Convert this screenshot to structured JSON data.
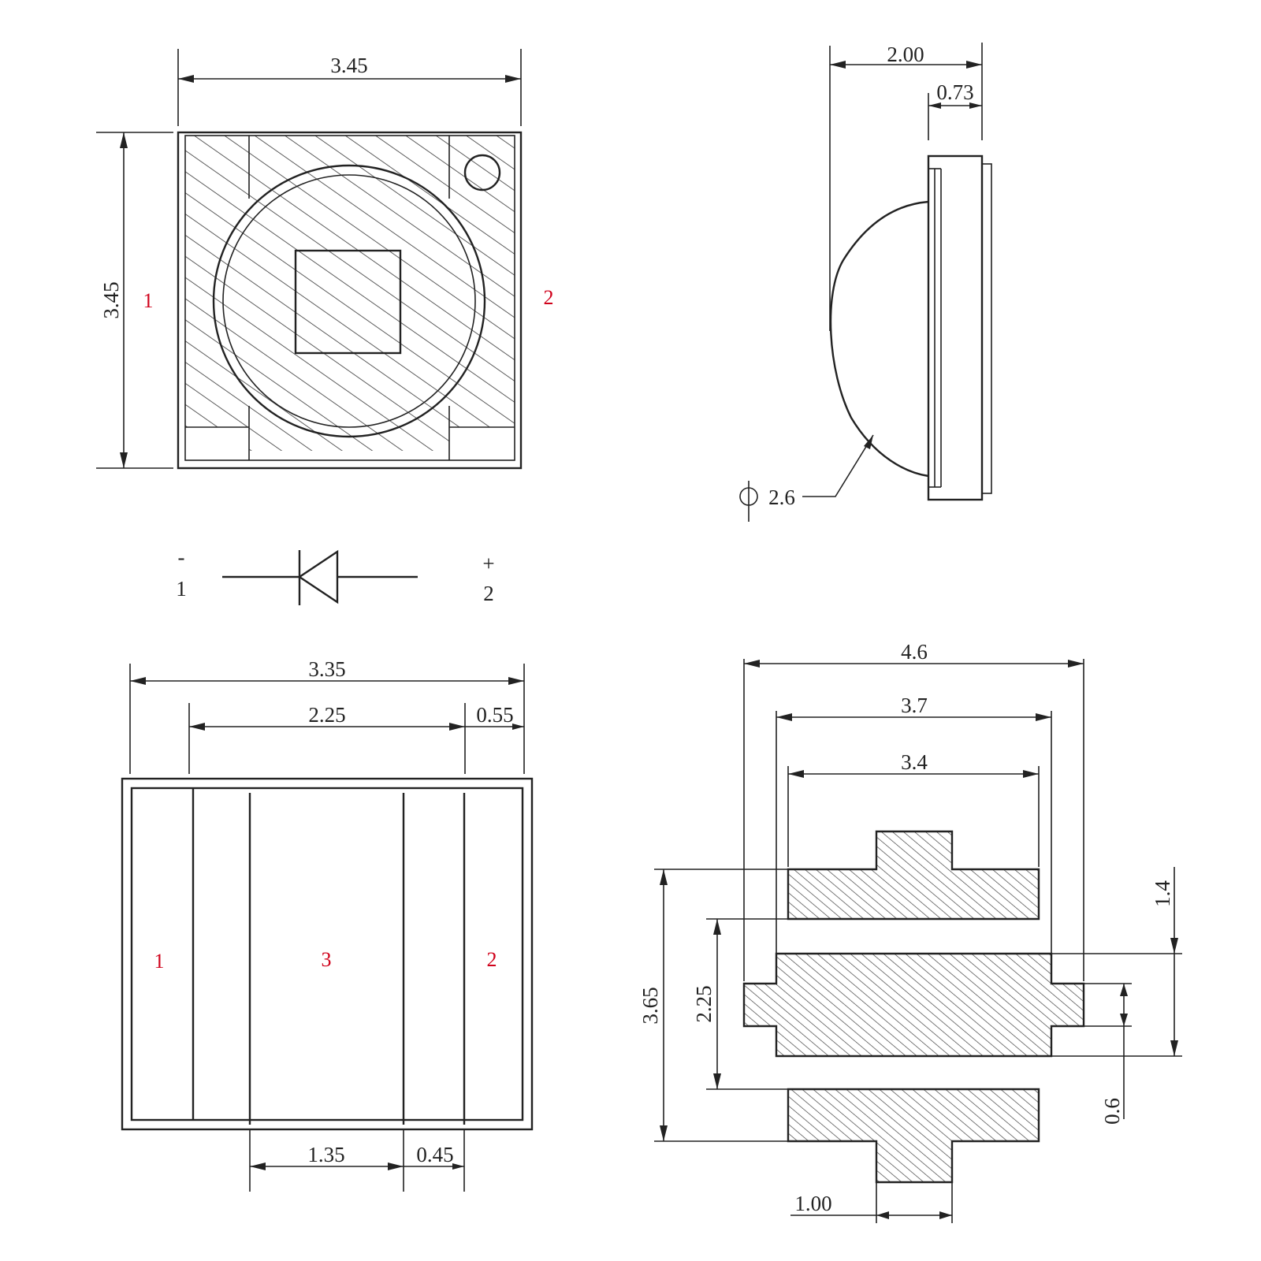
{
  "top_view": {
    "width_dim": "3.45",
    "height_dim": "3.45",
    "pin_left": "1",
    "pin_right": "2"
  },
  "side_view": {
    "depth_dim": "2.00",
    "base_dim": "0.73",
    "lens_dim": "2.6"
  },
  "symbol": {
    "left_sign": "-",
    "left_pin": "1",
    "right_sign": "+",
    "right_pin": "2"
  },
  "bottom_view": {
    "overall_dim": "3.35",
    "inner_dim": "2.25",
    "edge_dim": "0.55",
    "center_dim": "1.35",
    "gap_dim": "0.45",
    "pad_left": "1",
    "pad_center": "3",
    "pad_right": "2"
  },
  "footprint": {
    "dim_4_6": "4.6",
    "dim_3_7": "3.7",
    "dim_3_4": "3.4",
    "dim_1_4": "1.4",
    "dim_3_65": "3.65",
    "dim_2_25": "2.25",
    "dim_0_6": "0.6",
    "dim_1_00": "1.00"
  }
}
